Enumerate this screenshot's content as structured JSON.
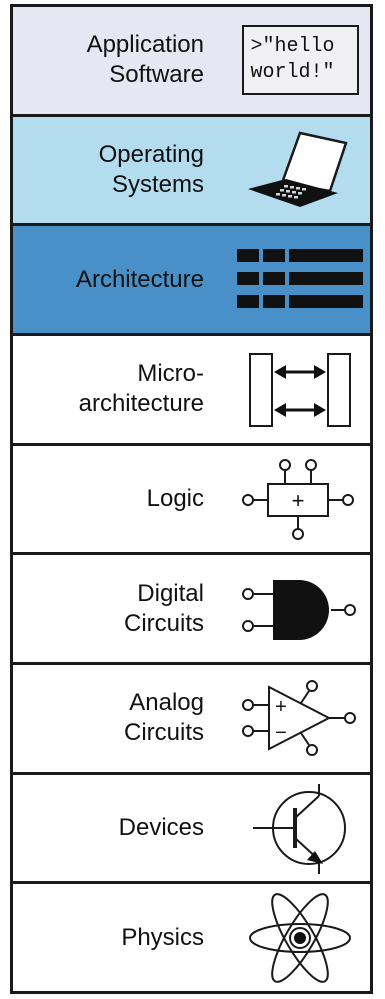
{
  "colors": {
    "application_software": "#e6e7f2",
    "operating_systems": "#b3dcef",
    "architecture": "#4a90c8",
    "default": "#ffffff",
    "ink": "#1a1a1a"
  },
  "layers": [
    {
      "label": "Application\nSoftware",
      "icon": "hello-world-code-icon",
      "code_line1": ">\"hello",
      "code_line2": "world!\""
    },
    {
      "label": "Operating\nSystems",
      "icon": "laptop-icon"
    },
    {
      "label": "Architecture",
      "icon": "instruction-format-icon"
    },
    {
      "label": "Micro-\narchitecture",
      "icon": "datapath-arrows-icon"
    },
    {
      "label": "Logic",
      "icon": "adder-block-icon",
      "symbol": "+"
    },
    {
      "label": "Digital\nCircuits",
      "icon": "and-gate-icon"
    },
    {
      "label": "Analog\nCircuits",
      "icon": "op-amp-icon",
      "plus": "+",
      "minus": "−"
    },
    {
      "label": "Devices",
      "icon": "transistor-icon"
    },
    {
      "label": "Physics",
      "icon": "atom-icon"
    }
  ]
}
